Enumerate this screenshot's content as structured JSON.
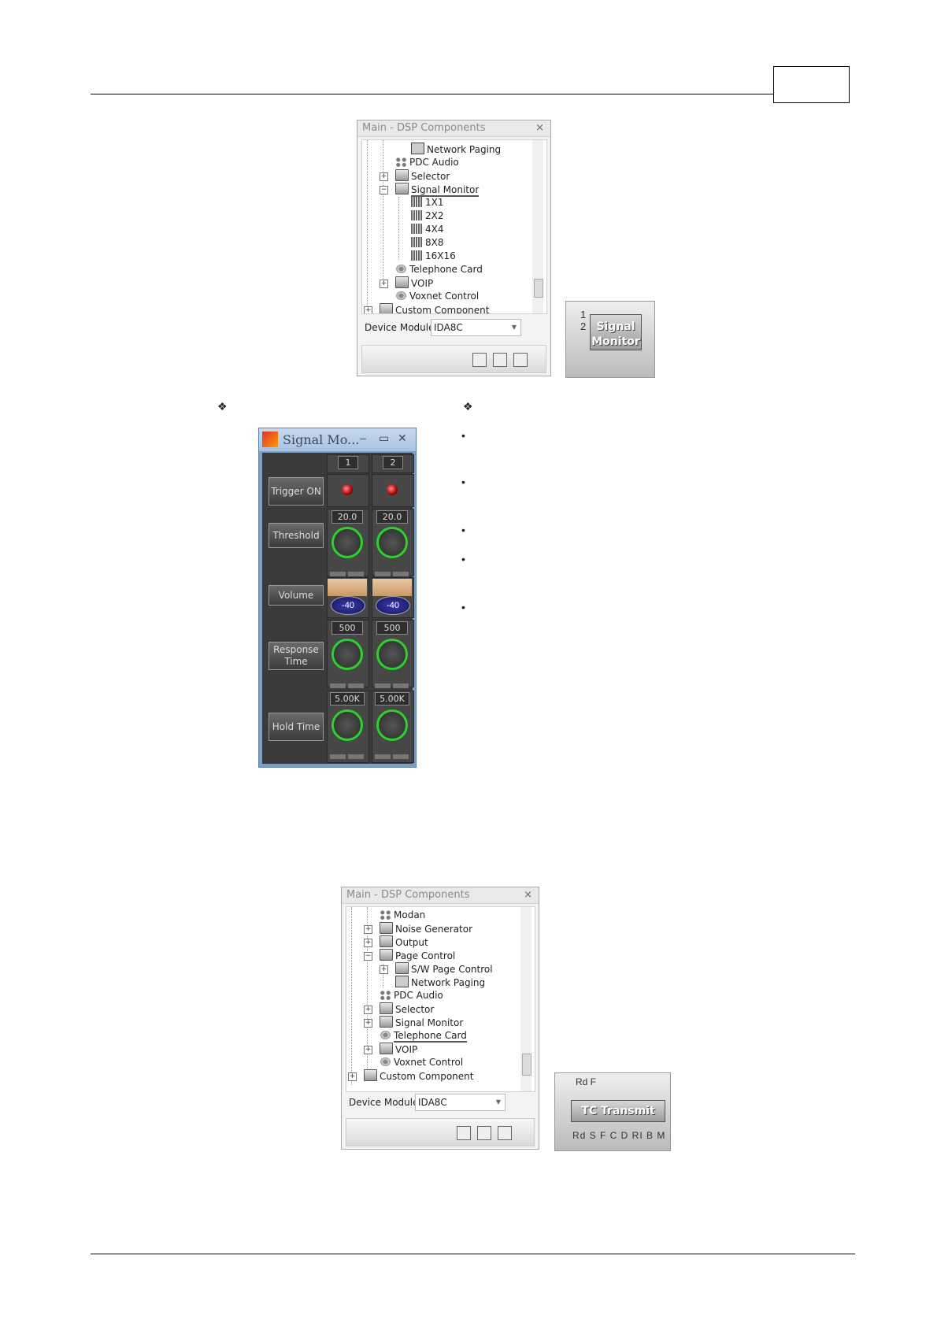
{
  "panel1": {
    "title": "Main - DSP Components",
    "close": "×",
    "items": [
      "Network Paging",
      "PDC Audio",
      "Selector",
      "Signal Monitor",
      "1X1",
      "2X2",
      "4X4",
      "8X8",
      "16X16",
      "Telephone Card",
      "VOIP",
      "Voxnet Control",
      "Custom Component"
    ],
    "device_module_label": "Device Module",
    "device_module_value": "IDA8C"
  },
  "tile1": {
    "num1": "1",
    "num2": "2",
    "line1": "Signal",
    "line2": "Monitor"
  },
  "diamond": "❖",
  "bullet": "•",
  "signal_monitor_window": {
    "title": "Signal Mo...",
    "controls": {
      "min": "–",
      "max": "▭",
      "close": "✕"
    },
    "channels": [
      "1",
      "2"
    ],
    "trigger_label": "Trigger ON",
    "threshold_label": "Threshold",
    "threshold_values": [
      "20.0",
      "20.0"
    ],
    "volume_label": "Volume",
    "volume_values": [
      "-40",
      "-40"
    ],
    "response_label": "Response Time",
    "response_values": [
      "500",
      "500"
    ],
    "hold_label": "Hold Time",
    "hold_values": [
      "5.00K",
      "5.00K"
    ]
  },
  "panel2": {
    "title": "Main - DSP Components",
    "close": "×",
    "items": [
      "Modan",
      "Noise Generator",
      "Output",
      "Page Control",
      "S/W Page Control",
      "Network Paging",
      "PDC Audio",
      "Selector",
      "Signal Monitor",
      "Telephone Card",
      "VOIP",
      "Voxnet Control",
      "Custom Component"
    ],
    "device_module_label": "Device Module",
    "device_module_value": "IDA8C"
  },
  "tile2": {
    "label": "TC Transmit",
    "top_pins": "Rd F",
    "bottom_pins": "Rd S F C D RI B M"
  }
}
